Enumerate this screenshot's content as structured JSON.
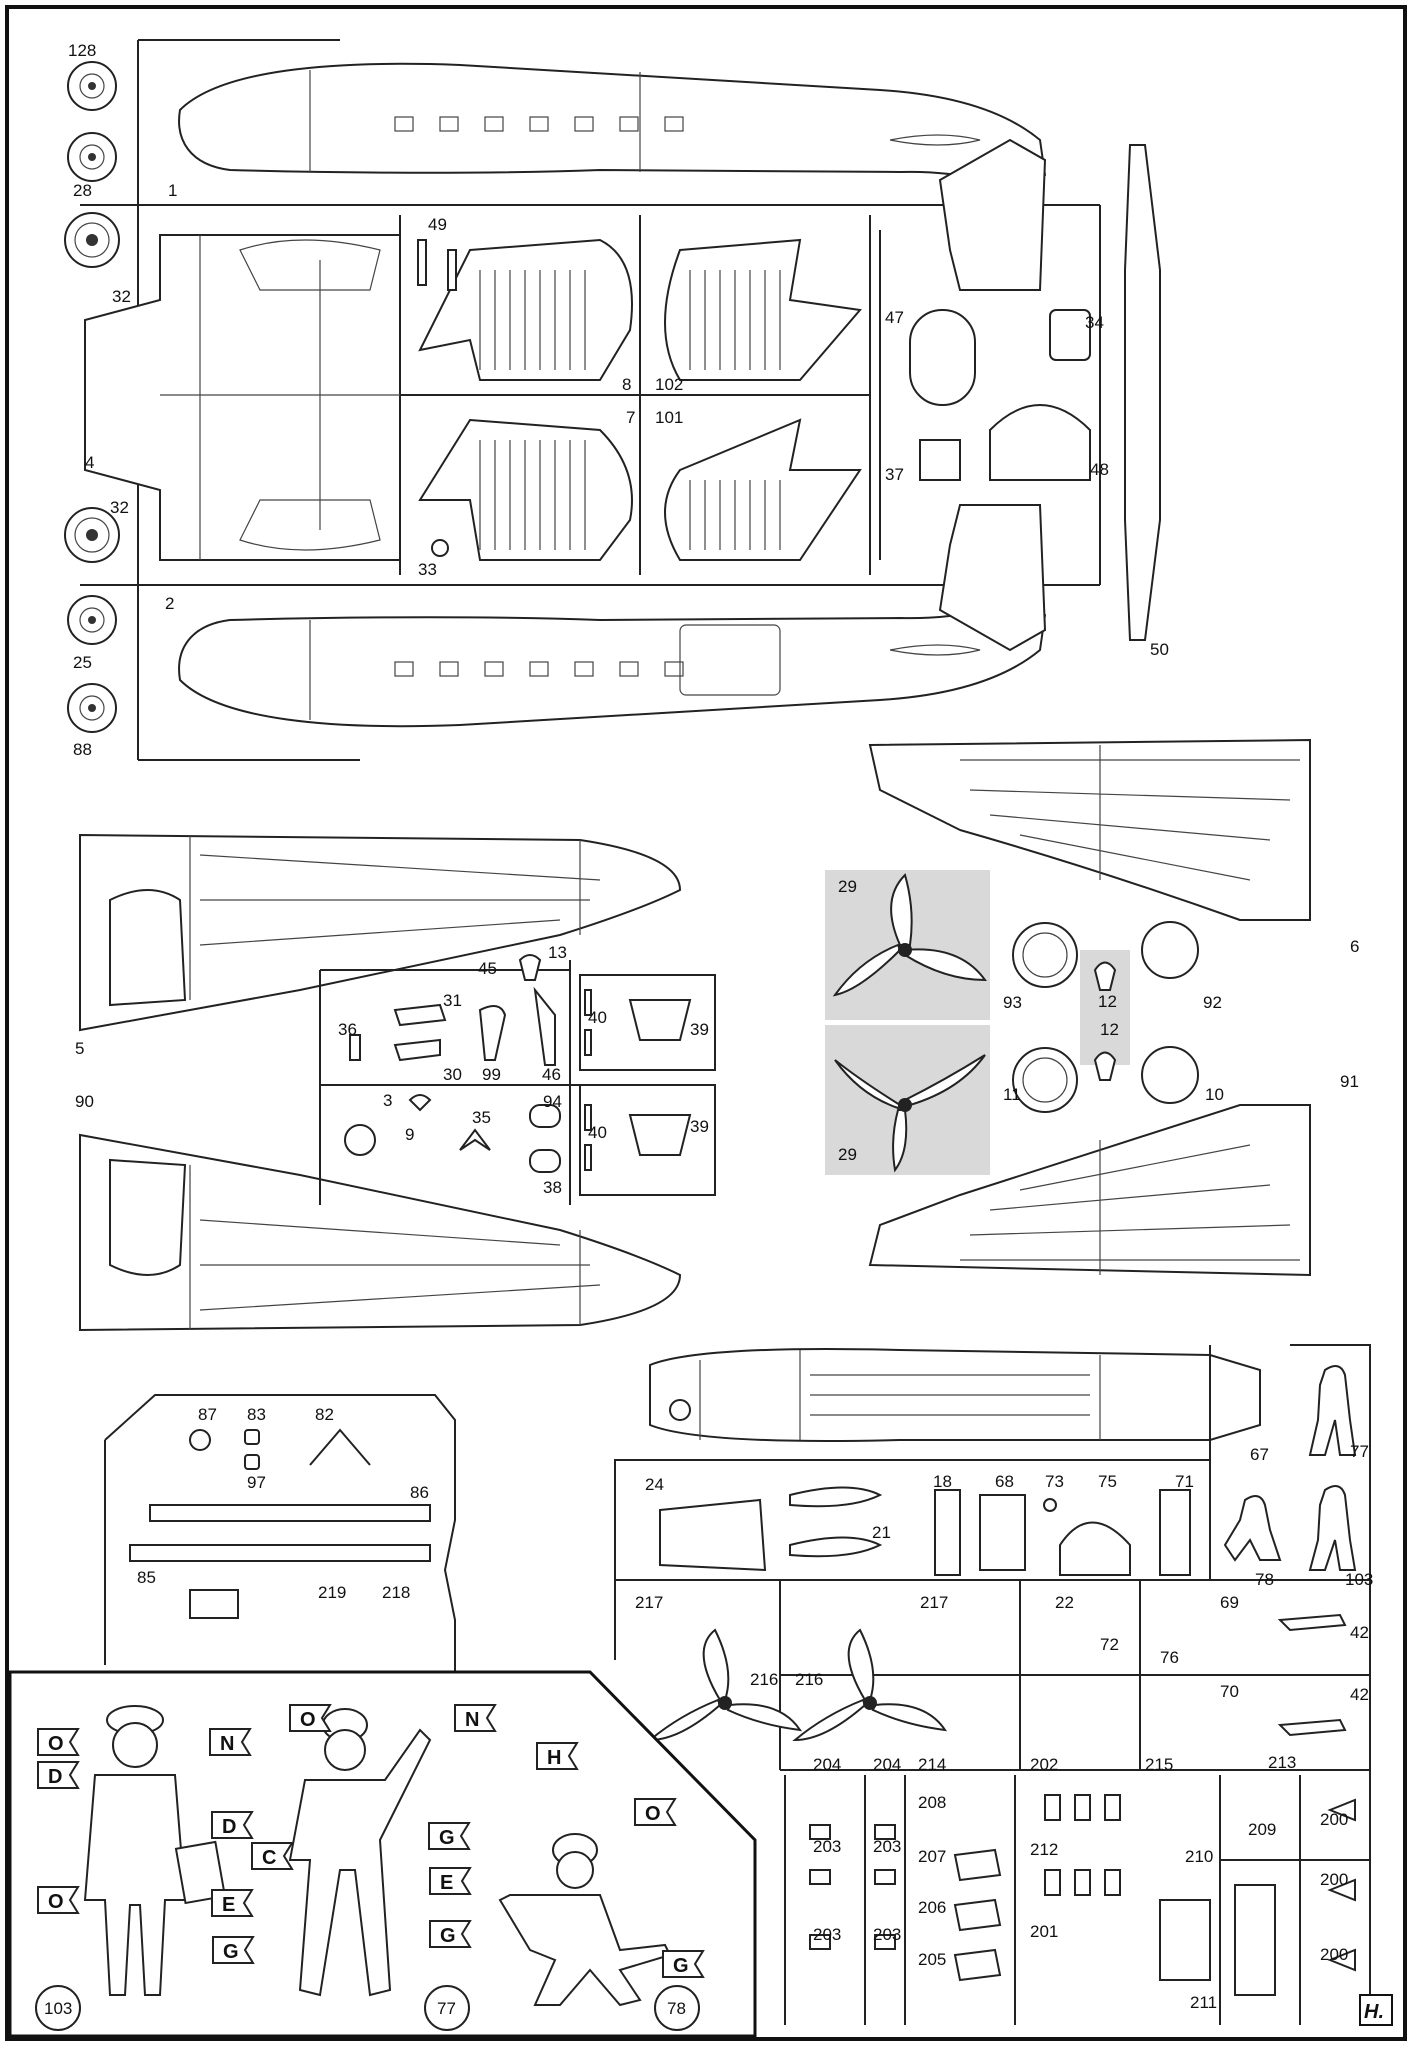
{
  "parts": {
    "n128": "128",
    "n28": "28",
    "n1": "1",
    "n32a": "32",
    "n49": "49",
    "n8": "8",
    "n102": "102",
    "n47": "47",
    "n34": "34",
    "n4": "4",
    "n7": "7",
    "n101": "101",
    "n37": "37",
    "n48": "48",
    "n32b": "32",
    "n33": "33",
    "n2": "2",
    "n25": "25",
    "n88": "88",
    "n50": "50",
    "n6": "6",
    "n5": "5",
    "n13": "13",
    "n45": "45",
    "n31": "31",
    "n36": "36",
    "n30": "30",
    "n99": "99",
    "n46": "46",
    "n40a": "40",
    "n39a": "39",
    "n29a": "29",
    "n93": "93",
    "n12a": "12",
    "n92": "92",
    "n12b": "12",
    "n11": "11",
    "n10": "10",
    "n91": "91",
    "n29b": "29",
    "n90": "90",
    "n3": "3",
    "n9": "9",
    "n35": "35",
    "n94": "94",
    "n38": "38",
    "n40b": "40",
    "n39b": "39",
    "n67": "67",
    "n77a": "77",
    "n87": "87",
    "n83": "83",
    "n82": "82",
    "n97": "97",
    "n86": "86",
    "n85": "85",
    "n219": "219",
    "n218": "218",
    "n24": "24",
    "n21": "21",
    "n18": "18",
    "n68": "68",
    "n73": "73",
    "n75": "75",
    "n71": "71",
    "n78a": "78",
    "n103a": "103",
    "n217a": "217",
    "n216a": "216",
    "n216b": "216",
    "n217b": "217",
    "n22": "22",
    "n72": "72",
    "n69": "69",
    "n42a": "42",
    "n76": "76",
    "n70": "70",
    "n42b": "42",
    "n204a": "204",
    "n204b": "204",
    "n214": "214",
    "n202": "202",
    "n215": "215",
    "n213": "213",
    "n200a": "200",
    "n208": "208",
    "n203a": "203",
    "n203b": "203",
    "n210": "210",
    "n209": "209",
    "n207": "207",
    "n212": "212",
    "n200b": "200",
    "n206": "206",
    "n203c": "203",
    "n203d": "203",
    "n201": "201",
    "n200c": "200",
    "n205": "205",
    "n211": "211"
  },
  "figures": {
    "callouts": [
      "O",
      "N",
      "D",
      "D",
      "E",
      "O",
      "C",
      "O",
      "N",
      "G",
      "E",
      "G",
      "H",
      "O",
      "G",
      "G"
    ],
    "figure_numbers": [
      "103",
      "77",
      "78"
    ]
  },
  "logo": "H.",
  "colors": {
    "line": "#222222",
    "shade": "#d9d9d9",
    "paper": "#ffffff"
  }
}
